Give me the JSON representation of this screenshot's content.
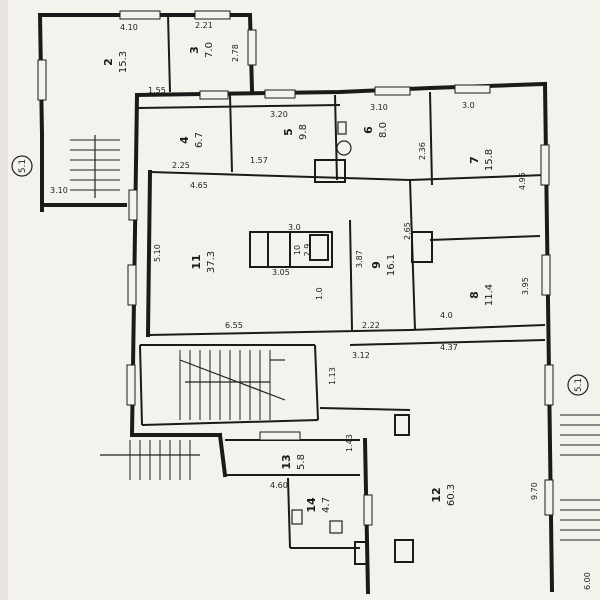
{
  "plan": {
    "rooms": [
      {
        "id": "2",
        "area": "15.3"
      },
      {
        "id": "3",
        "area": "7.0"
      },
      {
        "id": "4",
        "area": "6.7"
      },
      {
        "id": "5",
        "area": "9.8"
      },
      {
        "id": "6",
        "area": "8.0"
      },
      {
        "id": "7",
        "area": "15.8"
      },
      {
        "id": "8",
        "area": "11.4"
      },
      {
        "id": "9",
        "area": "16.1"
      },
      {
        "id": "10",
        "area": "2.9"
      },
      {
        "id": "11",
        "area": "37.3"
      },
      {
        "id": "12",
        "area": "60.3"
      },
      {
        "id": "13",
        "area": "5.8"
      },
      {
        "id": "14",
        "area": "4.7"
      }
    ],
    "dimensions": [
      "4.10",
      "2.21",
      "3.20",
      "3.10",
      "3.0",
      "4.65",
      "3.0",
      "3.05",
      "6.55",
      "2.22",
      "3.12",
      "4.37",
      "4.0",
      "4.60",
      "2.25",
      "5.10",
      "4.95",
      "3.95",
      "9.70",
      "6.00",
      "1.13",
      "3.87",
      "1.0",
      "2.65",
      "1.57",
      "2.36",
      "1.43",
      "2.78",
      "1.55",
      "3.10"
    ],
    "axis_markers": [
      "5.1",
      "5.1"
    ]
  }
}
